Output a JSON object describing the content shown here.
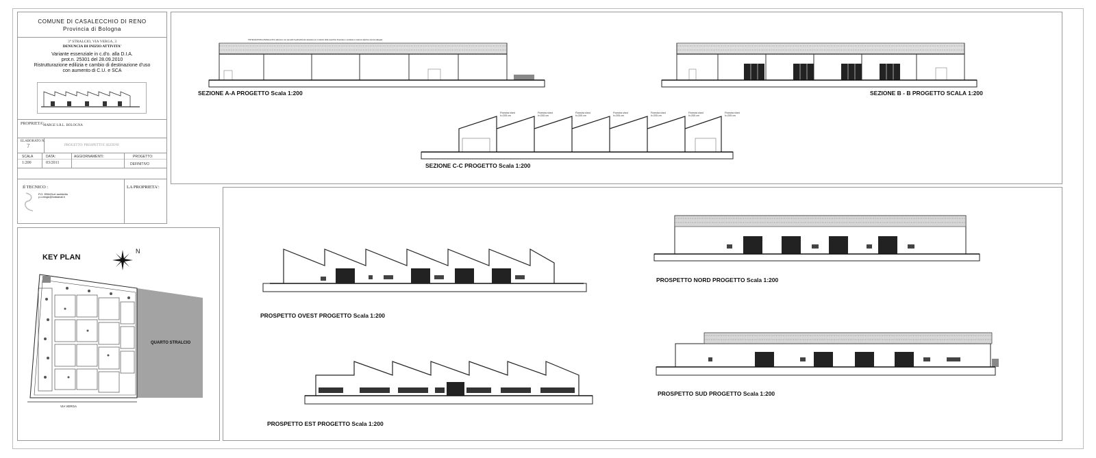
{
  "title_block": {
    "comune": "COMUNE DI CASALECCHIO DI RENO",
    "provincia": "Provincia di Bologna",
    "stralcio": "3° STRALCIO, VIA VERGA, 3",
    "denuncia": "DENUNCIA DI INIZIO ATTIVITA'",
    "variante": "Variante essenziale in c.d'o. alla D.I.A.",
    "prot": "prot.n. 25301 del 28.09.2010",
    "ristrutturazione": "Ristrutturazione edilizia e cambio di destinazione d'uso",
    "aumento": "con aumento di C.U. e SCA",
    "proprieta_label": "PROPRIETA':",
    "proprieta_value": "MARGE S.R.L. BOLOGNA",
    "elaborato_label": "ELABORATO N.",
    "elaborato_value": "7",
    "elaborato_desc": "PROGETTO: PROSPETTI E SEZIONI",
    "scala_label": "SCALA",
    "scala_value": "1:200",
    "data_label": "DATA:",
    "data_value": "03/2011",
    "aggiornamenti_label": "AGGIORNAMENTI:",
    "progetto_label": "PROGETTO:",
    "progetto_value": "DEFINITIVO",
    "tecnico_label": "Il TECNICO :",
    "tecnico_name": "P.O. EBNOLet architetto",
    "tecnico_mail": "p.o.ebnglo@hotstamail.it",
    "la_proprieta": "LA PROPRIETA':"
  },
  "keyplan": {
    "title": "KEY PLAN",
    "north": "N",
    "quarto": "QUARTO STRALCIO",
    "street": "VIA VERGA"
  },
  "sections": {
    "aa": "SEZIONE A-A PROGETTO Scala 1:200",
    "bb": "SEZIONE B - B PROGETTO SCALA 1:200",
    "cc": "SEZIONE C-C PROGETTO Scala 1:200",
    "roof_note": "TINTEGGIATURA A BASE profili in alluminio con pannelli di policarbonato alveolare per il calcolo della superficie finestrata e ventilante si veda la relazione tecnica allegata",
    "shed_labels": [
      "Finestra shed h=205 cm",
      "Finestra shed h=205 cm",
      "Finestra shed h=205 cm",
      "Finestra shed h=205 cm",
      "Finestra shed h=205 cm",
      "Finestra shed h=205 cm",
      "Finestra shed h=205 cm"
    ]
  },
  "elevations": {
    "ovest": "PROSPETTO OVEST PROGETTO Scala 1:200",
    "est": "PROSPETTO EST PROGETTO Scala 1:200",
    "nord": "PROSPETTO NORD PROGETTO Scala 1:200",
    "sud": "PROSPETTO SUD PROGETTO Scala 1:200"
  }
}
